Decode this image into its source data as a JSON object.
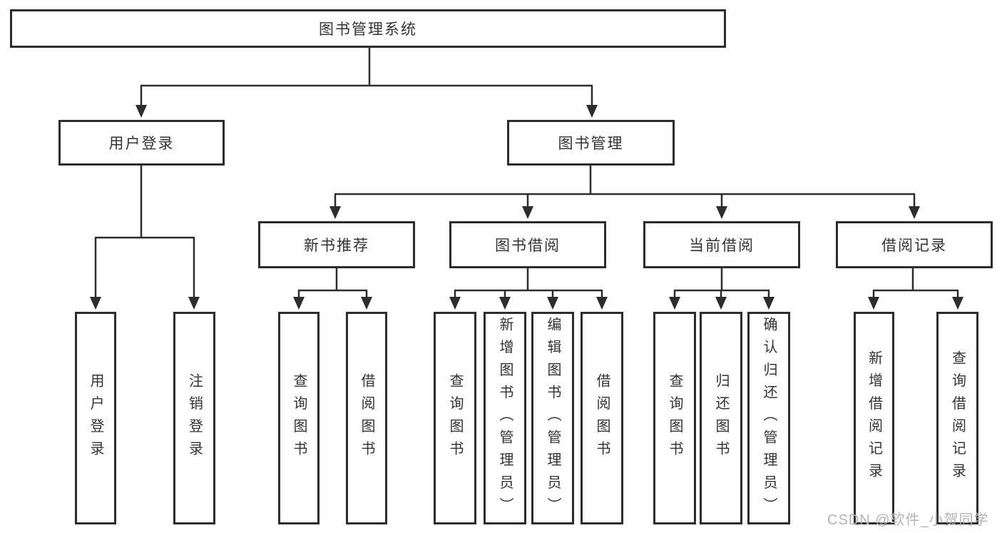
{
  "diagram": {
    "root": {
      "label": "图书管理系统"
    },
    "branches": [
      {
        "label": "用户登录",
        "children": [
          {
            "label": "用户登录"
          },
          {
            "label": "注销登录"
          }
        ]
      },
      {
        "label": "图书管理",
        "children": [
          {
            "label": "新书推荐",
            "children": [
              {
                "label": "查询图书"
              },
              {
                "label": "借阅图书"
              }
            ]
          },
          {
            "label": "图书借阅",
            "children": [
              {
                "label": "查询图书"
              },
              {
                "label": "新增图书（管理员）"
              },
              {
                "label": "编辑图书（管理员）"
              },
              {
                "label": "借阅图书"
              }
            ]
          },
          {
            "label": "当前借阅",
            "children": [
              {
                "label": "查询图书"
              },
              {
                "label": "归还图书"
              },
              {
                "label": "确认归还（管理员）"
              }
            ]
          },
          {
            "label": "借阅记录",
            "children": [
              {
                "label": "新增借阅记录"
              },
              {
                "label": "查询借阅记录"
              }
            ]
          }
        ]
      }
    ]
  },
  "watermark": {
    "text": "CSDN @软件_小贺同学"
  },
  "colors": {
    "line": "#2d2d2d",
    "box_border": "#2d2d2d",
    "text": "#333333",
    "watermark": "#b4b4b4",
    "background": "#ffffff"
  }
}
